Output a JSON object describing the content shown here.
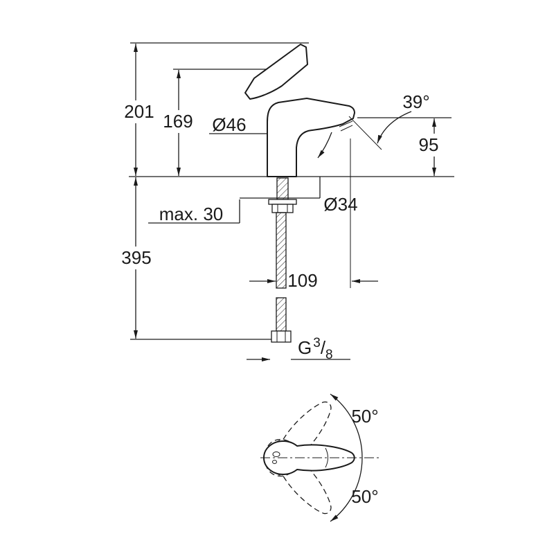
{
  "colors": {
    "line": "#1a1a1a",
    "background": "#ffffff"
  },
  "side_view": {
    "height_total": "201",
    "height_to_lever": "169",
    "body_diameter": "Ø46",
    "spout_angle": "39°",
    "spout_height": "95",
    "mounting_max_thickness": "max. 30",
    "hole_diameter": "Ø34",
    "hose_length": "395",
    "spout_reach": "109",
    "thread_label": {
      "prefix": "G",
      "numerator": "3",
      "slash": "/",
      "denominator": "8"
    }
  },
  "top_view": {
    "swivel_angle_up": "50°",
    "swivel_angle_down": "50°"
  }
}
